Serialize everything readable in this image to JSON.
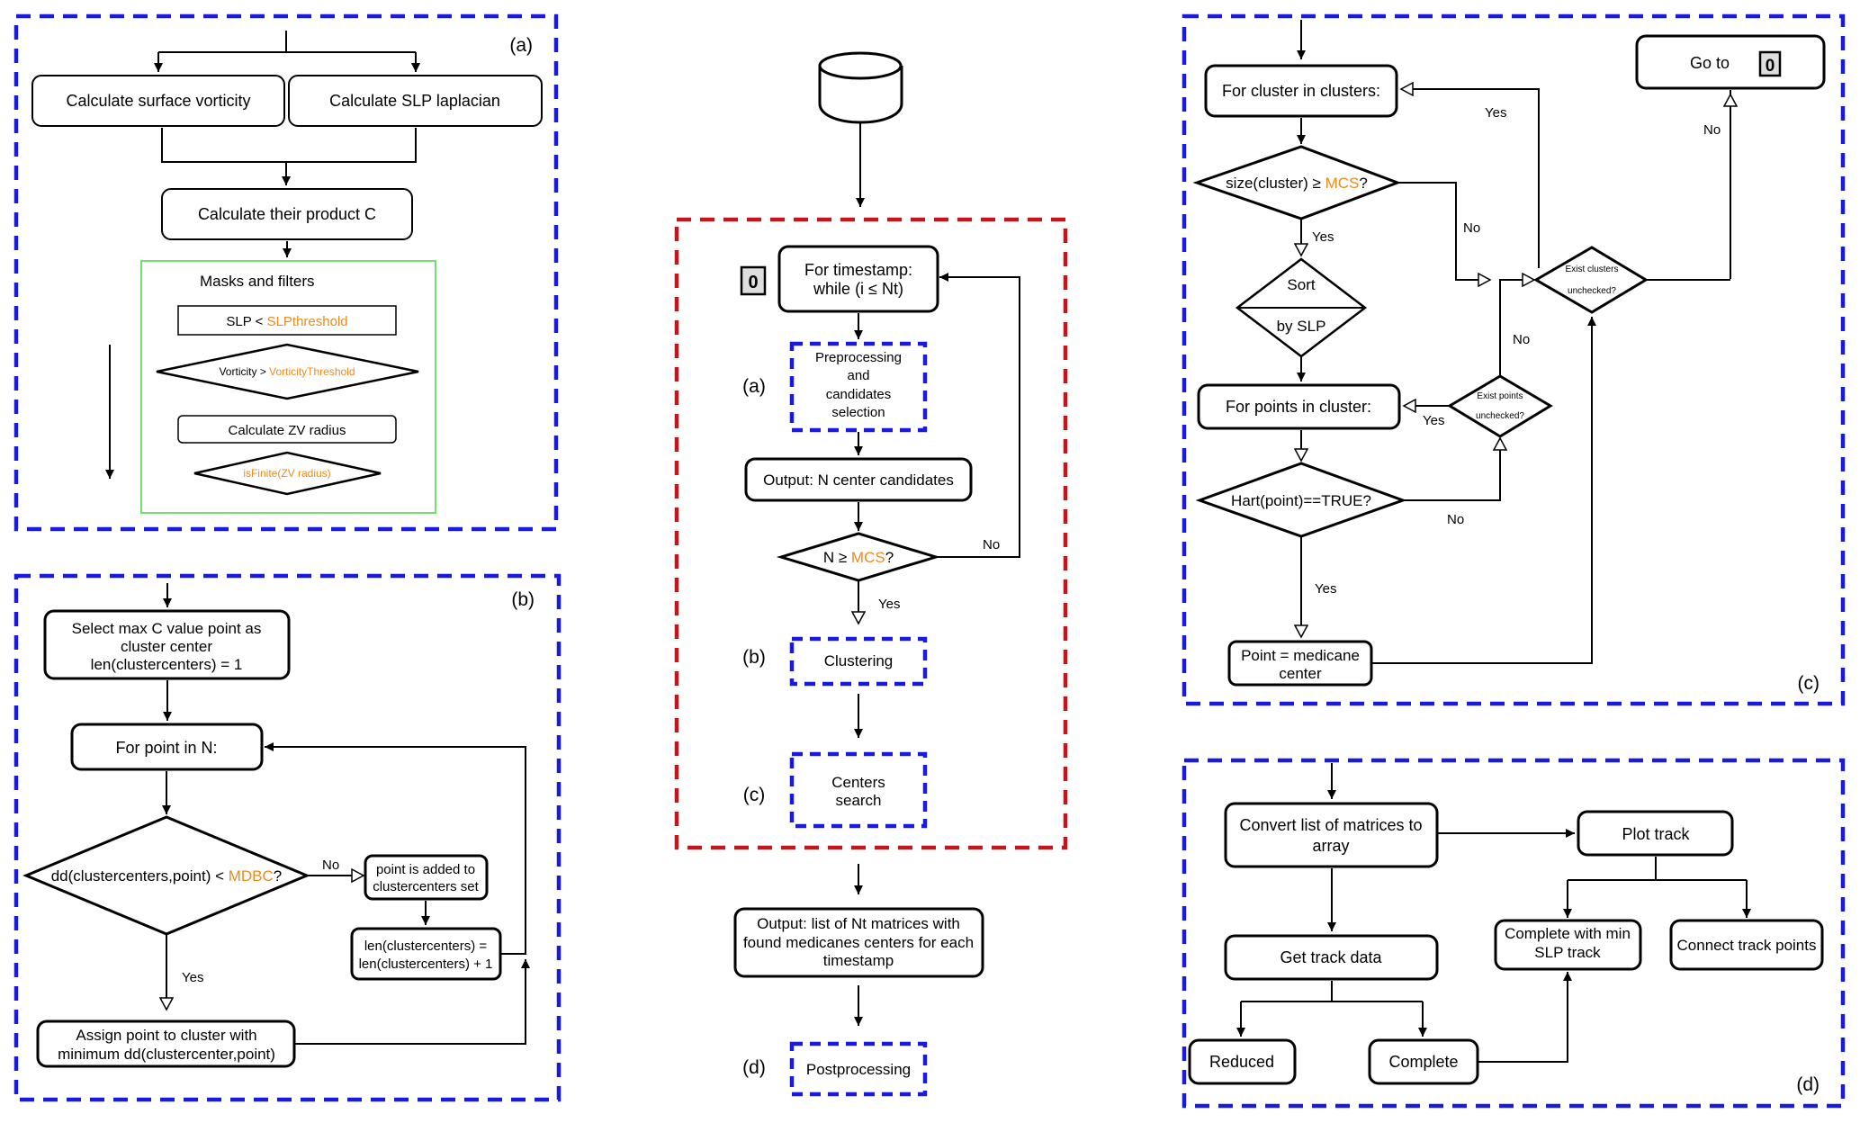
{
  "panel_labels": {
    "a": "(a)",
    "b": "(b)",
    "c": "(c)",
    "d": "(d)"
  },
  "panel_a": {
    "vorticity": "Calculate surface vorticity",
    "laplacian": "Calculate SLP laplacian",
    "product": "Calculate their product C",
    "masks_title": "Masks and filters",
    "slp_prefix": "SLP < ",
    "slp_threshold": "SLPthreshold",
    "vort_prefix": "Vorticity > ",
    "vort_threshold": "VorticityThreshold",
    "zv_radius": "Calculate ZV radius",
    "isfinite": "isFinite(ZV radius)"
  },
  "panel_b": {
    "select_1": "Select max C value point as",
    "select_2": "cluster center",
    "select_3": "len(clustercenters) = 1",
    "for_point": "For point in N:",
    "dd_prefix": "dd(clustercenters,point) < ",
    "mdbc": "MDBC",
    "q": "?",
    "no": "No",
    "yes": "Yes",
    "added_1": "point is added to",
    "added_2": "clustercenters set",
    "len_1": "len(clustercenters) =",
    "len_2": "len(clustercenters) + 1",
    "assign_1": "Assign point to cluster with",
    "assign_2": "minimum dd(clustercenter,point)"
  },
  "center": {
    "zero": "0",
    "timestamp_1": "For timestamp:",
    "timestamp_2": "while (i ≤ Nt)",
    "label_a": "(a)",
    "pre_1": "Preprocessing",
    "pre_2": "and",
    "pre_3": "candidates",
    "pre_4": "selection",
    "output": "Output: N center candidates",
    "n_prefix": "N ≥ ",
    "mcs": "MCS",
    "q": "?",
    "no": "No",
    "yes": "Yes",
    "label_b": "(b)",
    "clustering": "Clustering",
    "label_c": "(c)",
    "centers_1": "Centers",
    "centers_2": "search",
    "out_1": "Output: list of Nt matrices with",
    "out_2": "found medicanes centers for each",
    "out_3": "timestamp",
    "label_d": "(d)",
    "post": "Postprocessing"
  },
  "panel_c": {
    "for_cluster": "For cluster in clusters:",
    "goto": "Go to",
    "zero": "0",
    "yes_top": "Yes",
    "no_right": "No",
    "size_prefix": "size(cluster) ≥ ",
    "mcs": "MCS",
    "q": "?",
    "no_size": "No",
    "yes_size": "Yes",
    "exist_clusters_1": "Exist clusters",
    "exist_clusters_2": "unchecked?",
    "sort": "Sort",
    "by_slp": "by SLP",
    "no_mid": "No",
    "for_points": "For points in cluster:",
    "yes_points": "Yes",
    "exist_points_1": "Exist points",
    "exist_points_2": "unchecked?",
    "hart": "Hart(point)==TRUE?",
    "no_hart": "No",
    "yes_hart": "Yes",
    "medicane_1": "Point = medicane",
    "medicane_2": "center"
  },
  "panel_d": {
    "convert_1": "Convert list of matrices to",
    "convert_2": "array",
    "plot": "Plot track",
    "get_track": "Get track data",
    "complete_min_1": "Complete with min",
    "complete_min_2": "SLP track",
    "connect": "Connect track points",
    "reduced": "Reduced",
    "complete": "Complete"
  }
}
